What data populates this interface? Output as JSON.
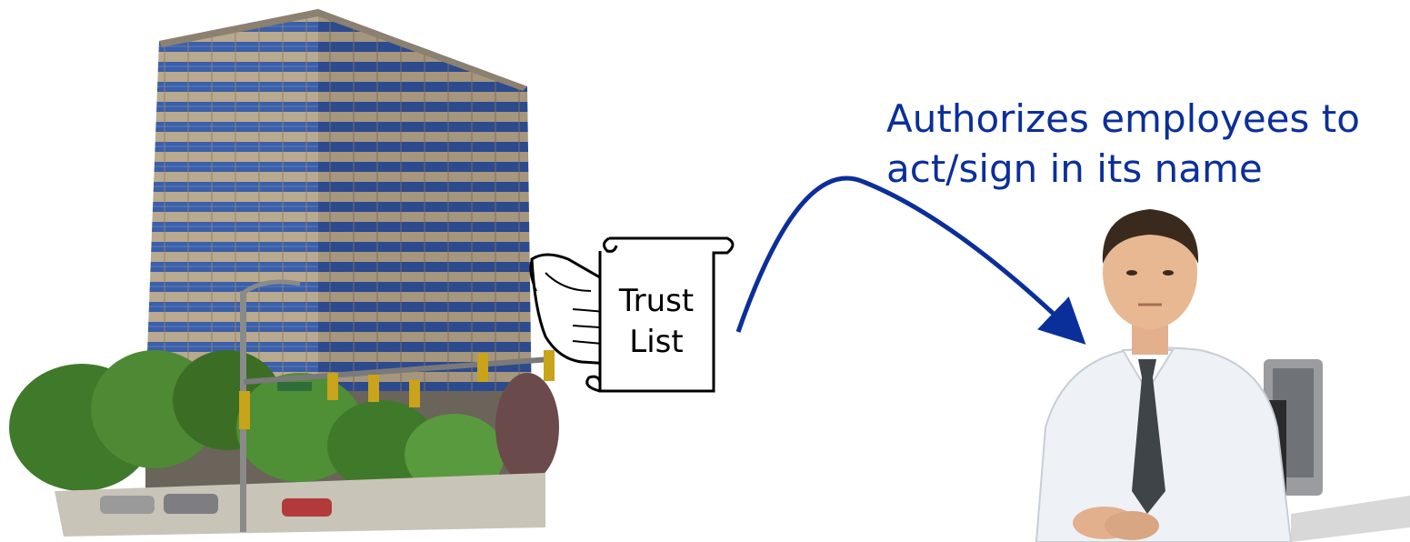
{
  "scroll": {
    "line1": "Trust",
    "line2": "List"
  },
  "caption": {
    "line1": "Authorizes employees to",
    "line2": "act/sign in its name",
    "color": "#0b2f9a"
  },
  "icons": {
    "building": "office-building-icon",
    "hand": "handing-hand-icon",
    "scroll": "scroll-document-icon",
    "arrow": "curved-arrow-icon",
    "person": "seated-employee-icon"
  }
}
